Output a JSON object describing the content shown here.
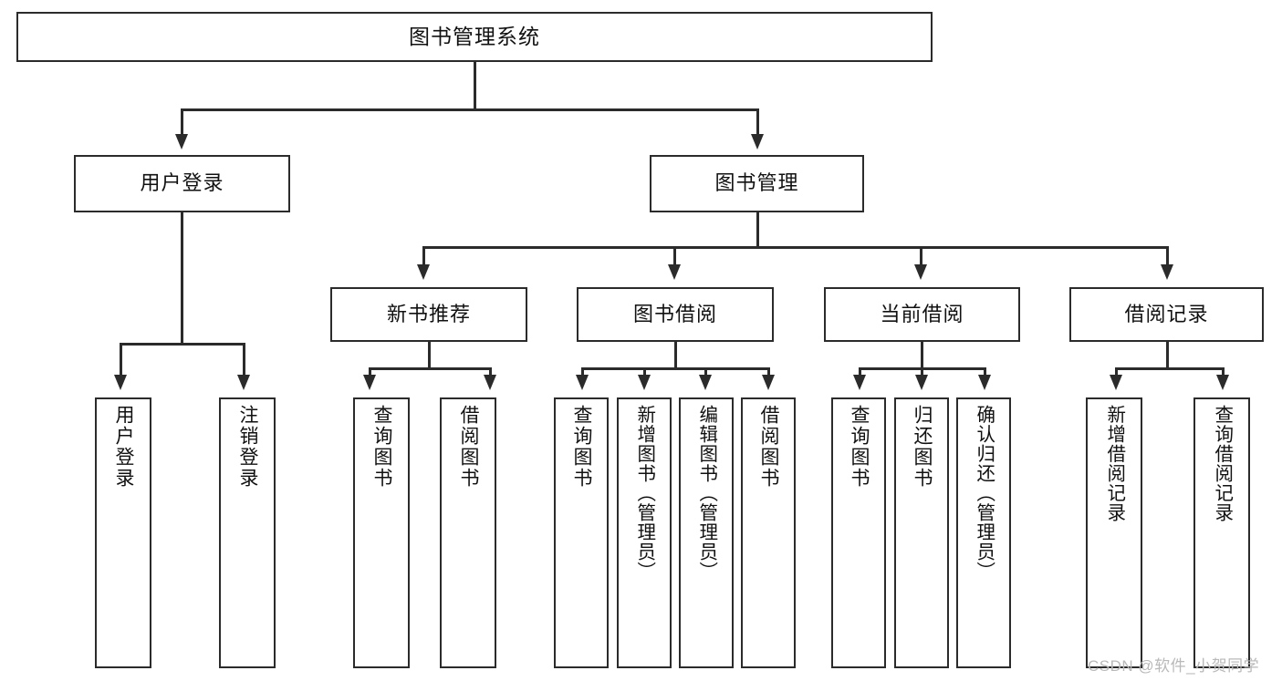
{
  "diagram": {
    "title": "图书管理系统",
    "type": "functional-structure-tree",
    "root": {
      "label": "图书管理系统"
    },
    "level2": [
      {
        "id": "user-login",
        "label": "用户登录"
      },
      {
        "id": "book-management",
        "label": "图书管理"
      }
    ],
    "level3": [
      {
        "id": "new-book-recommend",
        "label": "新书推荐",
        "parent": "book-management"
      },
      {
        "id": "book-borrow",
        "label": "图书借阅",
        "parent": "book-management"
      },
      {
        "id": "current-borrow",
        "label": "当前借阅",
        "parent": "book-management"
      },
      {
        "id": "borrow-record",
        "label": "借阅记录",
        "parent": "book-management"
      }
    ],
    "leaves": [
      {
        "id": "leaf-user-login",
        "label": "用户登录",
        "parent": "user-login"
      },
      {
        "id": "leaf-logout-login",
        "label": "注销登录",
        "parent": "user-login"
      },
      {
        "id": "leaf-query-book-1",
        "label": "查询图书",
        "parent": "new-book-recommend"
      },
      {
        "id": "leaf-borrow-book-1",
        "label": "借阅图书",
        "parent": "new-book-recommend"
      },
      {
        "id": "leaf-query-book-2",
        "label": "查询图书",
        "parent": "book-borrow"
      },
      {
        "id": "leaf-add-book",
        "label": "新增图书（管理员）",
        "parent": "book-borrow"
      },
      {
        "id": "leaf-edit-book",
        "label": "编辑图书（管理员）",
        "parent": "book-borrow"
      },
      {
        "id": "leaf-borrow-book-2",
        "label": "借阅图书",
        "parent": "book-borrow"
      },
      {
        "id": "leaf-query-book-3",
        "label": "查询图书",
        "parent": "current-borrow"
      },
      {
        "id": "leaf-return-book",
        "label": "归还图书",
        "parent": "current-borrow"
      },
      {
        "id": "leaf-confirm-return",
        "label": "确认归还（管理员）",
        "parent": "current-borrow"
      },
      {
        "id": "leaf-add-record",
        "label": "新增借阅记录",
        "parent": "borrow-record"
      },
      {
        "id": "leaf-query-record",
        "label": "查询借阅记录",
        "parent": "borrow-record"
      }
    ]
  },
  "watermark": {
    "text": "CSDN @软件_小贺同学"
  },
  "colors": {
    "stroke": "#2b2b2b",
    "background": "#ffffff",
    "text": "#111111",
    "watermark": "#b9b9b9"
  }
}
